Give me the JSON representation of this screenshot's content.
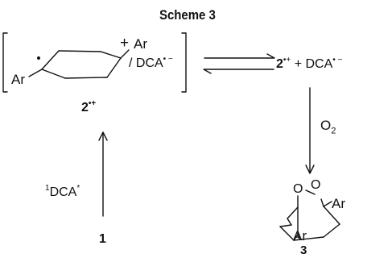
{
  "scheme_title": "Scheme 3",
  "radical_cation_complex": {
    "aryl_left": "Ar",
    "aryl_right": "Ar",
    "counterion_sep": "/ DCA",
    "counterion_charge": "• −",
    "label_num": "2",
    "label_charge": "•+"
  },
  "free_ions": {
    "cation_num": "2",
    "cation_charge": "•+",
    "counterion": " + DCA",
    "counterion_charge": "• −"
  },
  "reagent_oxygen": "O",
  "reagent_oxygen_sub": "2",
  "photosensitizer": {
    "superscript": "1",
    "name": "DCA",
    "star": "*"
  },
  "start_compound": "1",
  "product": {
    "label": "3",
    "aryl_top": "Ar",
    "aryl_bottom": "Ar",
    "oxygen_left": "O",
    "oxygen_right": "O"
  },
  "colors": {
    "ink": "#111111",
    "background": "#ffffff"
  }
}
